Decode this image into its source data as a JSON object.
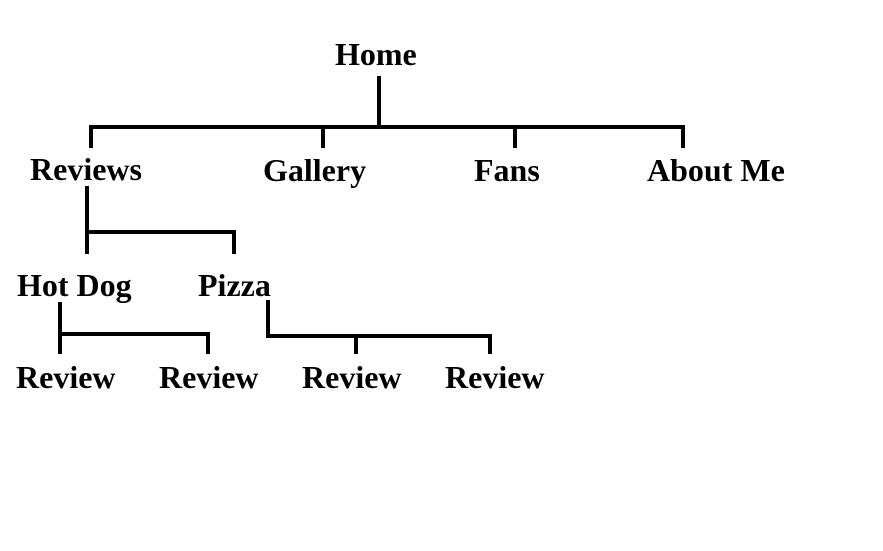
{
  "colors": {
    "background": "#ffffff",
    "ink": "#000000"
  },
  "tree": {
    "root": {
      "label": "Home"
    },
    "level1": [
      {
        "label": "Reviews"
      },
      {
        "label": "Gallery"
      },
      {
        "label": "Fans"
      },
      {
        "label": "About Me"
      }
    ],
    "reviews_children": [
      {
        "label": "Hot Dog"
      },
      {
        "label": "Pizza"
      }
    ],
    "hotdog_children": [
      {
        "label": "Review"
      },
      {
        "label": "Review"
      }
    ],
    "pizza_children": [
      {
        "label": "Review"
      },
      {
        "label": "Review"
      }
    ]
  }
}
